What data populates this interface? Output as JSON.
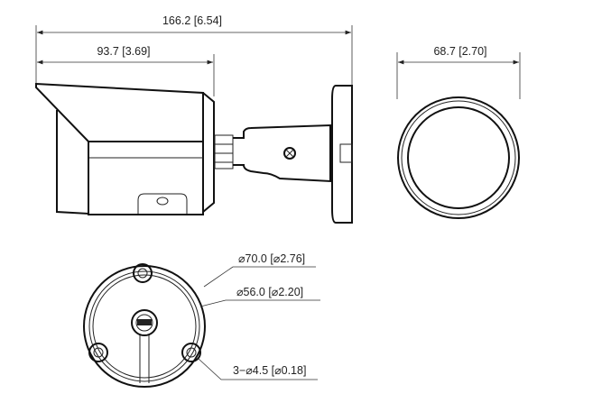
{
  "dimensions": {
    "overall_length": "166.2 [6.54]",
    "body_length": "93.7 [3.69]",
    "base_diameter_front": "68.7 [2.70]",
    "base_outer_diameter": "⌀70.0 [⌀2.76]",
    "hole_circle_diameter": "⌀56.0 [⌀2.20]",
    "mounting_holes": "3−⌀4.5 [⌀0.18]"
  }
}
